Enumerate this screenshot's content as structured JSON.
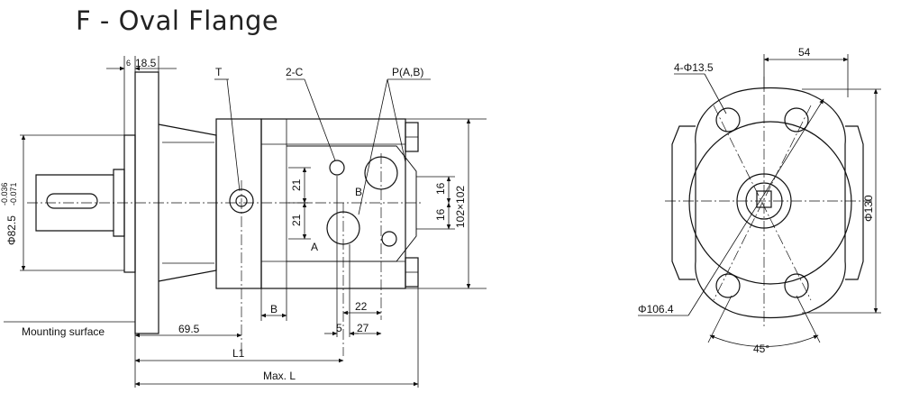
{
  "title": "F - Oval Flange",
  "left_view": {
    "dim_6": "6",
    "dim_18_5": "18.5",
    "label_T": "T",
    "label_2C": "2-C",
    "label_PAB": "P(A,B)",
    "port_B": "B",
    "port_A": "A",
    "dim_21_top": "21",
    "dim_21_bottom": "21",
    "dim_16_top": "16",
    "dim_16_bottom": "16",
    "dim_102x102": "102×102",
    "shaft_dia": "Φ82.5",
    "shaft_tol_upper": "-0.036",
    "shaft_tol_lower": "-0.071",
    "dim_B_bottom": "B",
    "dim_22": "22",
    "dim_5": "5",
    "dim_27": "27",
    "dim_69_5": "69.5",
    "dim_L1": "L1",
    "dim_maxL": "Max. L",
    "mounting_surface": "Mounting surface"
  },
  "right_view": {
    "dim_54": "54",
    "holes": "4-Φ13.5",
    "dim_130": "Φ130",
    "dim_106_4": "Φ106.4",
    "angle_45": "45°"
  },
  "colors": {
    "line": "#111111",
    "title": "#222222"
  }
}
